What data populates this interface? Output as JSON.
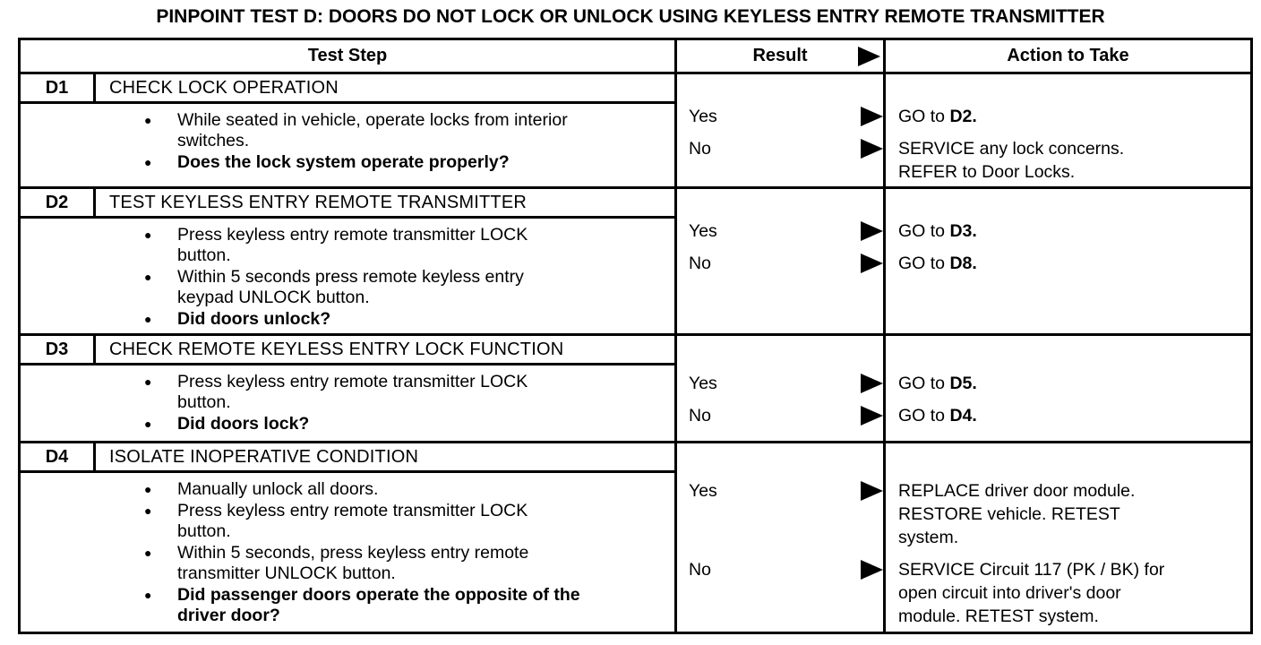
{
  "page_title": "PINPOINT TEST D: DOORS DO NOT LOCK OR UNLOCK USING KEYLESS ENTRY REMOTE TRANSMITTER",
  "table": {
    "headers": {
      "test_step": "Test Step",
      "result": "Result",
      "action": "Action to Take"
    },
    "steps": [
      {
        "id": "D1",
        "name": "CHECK LOCK OPERATION",
        "bullets": [
          {
            "text": "While seated in vehicle, operate locks from interior\nswitches."
          },
          {
            "text": "Does the lock system operate properly?"
          }
        ],
        "results": [
          {
            "label": "Yes",
            "action_pre": "GO to ",
            "action_bold": "D2."
          },
          {
            "label": "No",
            "action_pre": "SERVICE any lock concerns.\nREFER to Door Locks.",
            "action_bold": ""
          }
        ]
      },
      {
        "id": "D2",
        "name": "TEST KEYLESS ENTRY REMOTE TRANSMITTER",
        "bullets": [
          {
            "text": "Press keyless entry remote transmitter LOCK\nbutton."
          },
          {
            "text": "Within 5 seconds press remote keyless entry\nkeypad UNLOCK button."
          },
          {
            "text": "Did doors unlock?"
          }
        ],
        "results": [
          {
            "label": "Yes",
            "action_pre": "GO to ",
            "action_bold": "D3."
          },
          {
            "label": "No",
            "action_pre": "GO to ",
            "action_bold": "D8."
          }
        ]
      },
      {
        "id": "D3",
        "name": "CHECK REMOTE KEYLESS ENTRY LOCK FUNCTION",
        "bullets": [
          {
            "text": "Press keyless entry remote transmitter LOCK\nbutton."
          },
          {
            "text": "Did doors lock?"
          }
        ],
        "results": [
          {
            "label": "Yes",
            "action_pre": "GO to ",
            "action_bold": "D5."
          },
          {
            "label": "No",
            "action_pre": "GO to ",
            "action_bold": "D4."
          }
        ]
      },
      {
        "id": "D4",
        "name": "ISOLATE INOPERATIVE CONDITION",
        "bullets": [
          {
            "text": "Manually unlock all doors."
          },
          {
            "text": "Press keyless entry remote transmitter LOCK\nbutton."
          },
          {
            "text": "Within 5 seconds, press keyless entry remote\ntransmitter UNLOCK button."
          },
          {
            "text": "Did passenger doors operate the opposite of the\ndriver door?"
          }
        ],
        "results": [
          {
            "label": "Yes",
            "action_pre": "REPLACE driver door module.\nRESTORE vehicle. RETEST\nsystem.",
            "action_bold": ""
          },
          {
            "label": "No",
            "action_pre": "SERVICE Circuit 117 (PK / BK) for\nopen circuit into driver's door\nmodule. RETEST system.",
            "action_bold": ""
          }
        ]
      }
    ]
  },
  "colors": {
    "ink": "#000000",
    "paper": "#ffffff"
  },
  "icons": {
    "result_arrow": "right-triangle"
  }
}
